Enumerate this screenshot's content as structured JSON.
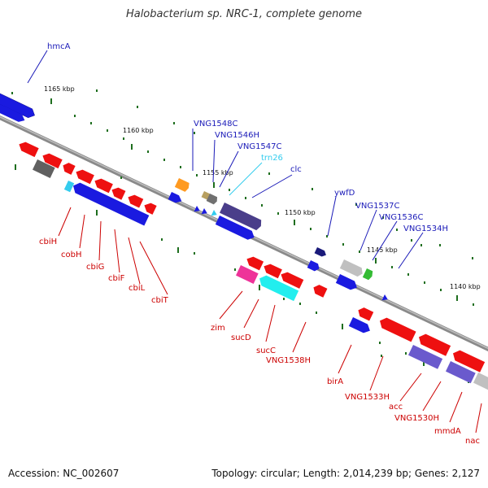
{
  "title": "Halobacterium sp. NRC-1, complete genome",
  "accession": "Accession: NC_002607",
  "info": "Topology: circular; Length: 2,014,239 bp; Genes: 2,127",
  "colors": {
    "backbone": "#8a8a8a",
    "blue_label": "#1a1ab8",
    "red_label": "#cc0000",
    "cyan_label": "#33ccee",
    "tick": "#1e6e1e"
  },
  "kbp_ticks": [
    "1165 kbp",
    "1160 kbp",
    "1155 kbp",
    "1150 kbp",
    "1145 kbp",
    "1140 kbp"
  ],
  "labels_blue": [
    "hmcA",
    "VNG1548C",
    "VNG1546H",
    "VNG1547C",
    "clc",
    "ywfD",
    "VNG1537C",
    "VNG1536C",
    "VNG1534H"
  ],
  "labels_cyan": [
    "trn26"
  ],
  "labels_red": [
    "cbiH",
    "cobH",
    "cbiG",
    "cbiF",
    "cbiL",
    "cbiT",
    "zim",
    "sucD",
    "sucC",
    "VNG1538H",
    "birA",
    "VNG1533H",
    "acc",
    "VNG1530H",
    "mmdA",
    "nac"
  ]
}
